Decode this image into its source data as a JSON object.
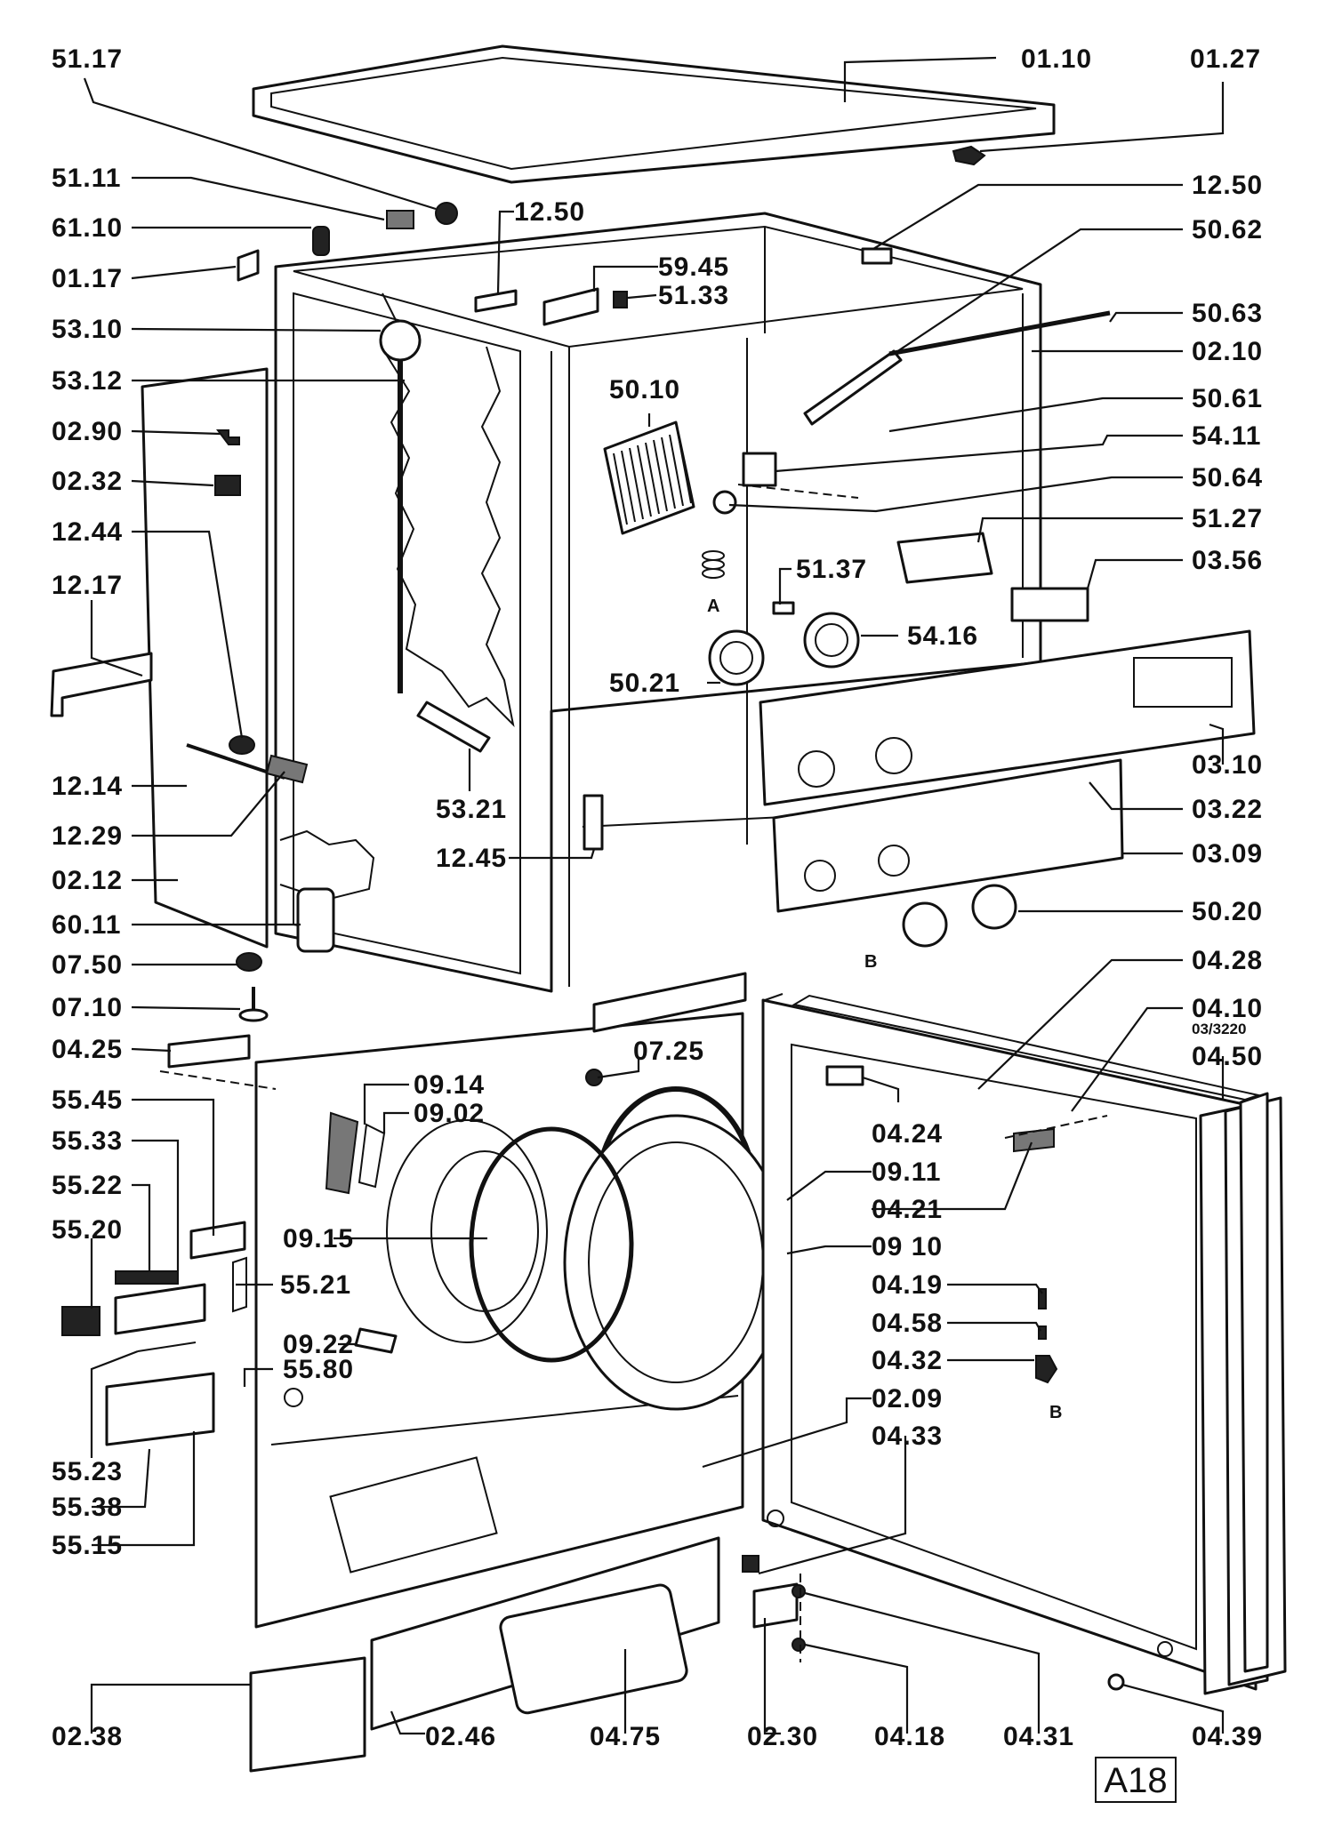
{
  "labels": {
    "l5117": "51.17",
    "l0110": "01.10",
    "l0127": "01.27",
    "l5111": "51.11",
    "l6110": "61.10",
    "l0117": "01.17",
    "l1250a": "12.50",
    "l5945": "59.45",
    "l5133": "51.33",
    "l1250b": "12.50",
    "l5062": "50.62",
    "l5063": "50.63",
    "l0210": "02.10",
    "l5310": "53.10",
    "l5312": "53.12",
    "l0290": "02.90",
    "l0232": "02.32",
    "l1244": "12.44",
    "l1217": "12.17",
    "l1214": "12.14",
    "l1229": "12.29",
    "l0212": "02.12",
    "l6011": "60.11",
    "l0750": "07.50",
    "l0710": "07.10",
    "l0425": "04.25",
    "l5010": "50.10",
    "l5061": "50.61",
    "l5411": "54.11",
    "l5064": "50.64",
    "l5127": "51.27",
    "l0356": "03.56",
    "l5137": "51.37",
    "l5416": "54.16",
    "l5021": "50.21",
    "l0310": "03.10",
    "l5321": "53.21",
    "l0322": "03.22",
    "l1245": "12.45",
    "l0309": "03.09",
    "l5020": "50.20",
    "l0428": "04.28",
    "l0410": "04.10",
    "l0410sub": "03/3220",
    "l0450": "04.50",
    "l0725": "07.25",
    "l0914": "09.14",
    "l0902": "09.02",
    "l5545": "55.45",
    "l5533": "55.33",
    "l5522": "55.22",
    "l5520": "55.20",
    "l0915": "09.15",
    "l5521": "55.21",
    "l0922": "09.22",
    "l5580": "55.80",
    "l5523": "55.23",
    "l5538": "55.38",
    "l5515": "55.15",
    "l0424": "04.24",
    "l0911": "09.11",
    "l0421": "04.21",
    "l0910": "09 10",
    "l0419": "04.19",
    "l0458": "04.58",
    "l0432": "04.32",
    "l0209": "02.09",
    "l0433": "04.33",
    "l0238": "02.38",
    "l0246": "02.46",
    "l0475": "04.75",
    "l0230": "02.30",
    "l0418": "04.18",
    "l0431": "04.31",
    "l0439": "04.39"
  },
  "refs": {
    "a": "A",
    "b_top": "B",
    "b_hinge": "B"
  },
  "badge": "A18"
}
